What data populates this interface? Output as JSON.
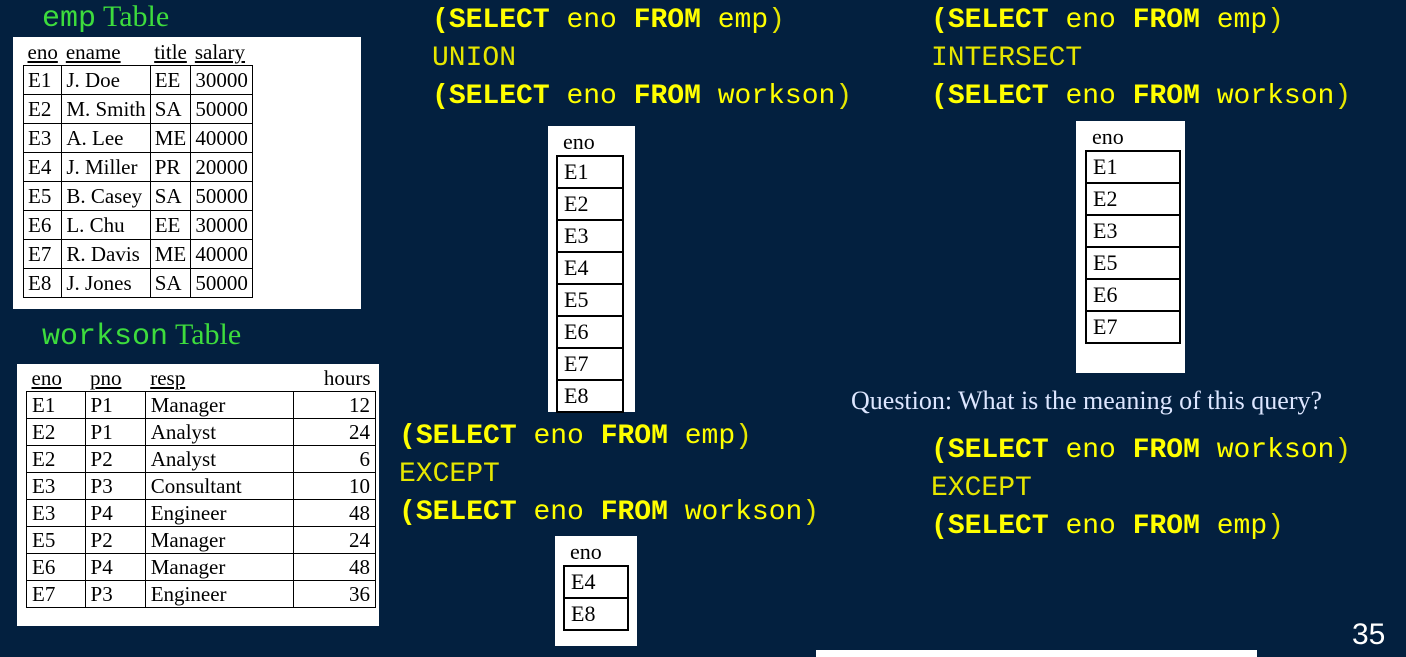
{
  "emp": {
    "title_mono": "emp",
    "title_word": "Table",
    "headers": [
      "eno",
      "ename",
      "title",
      "salary"
    ],
    "rows": [
      [
        "E1",
        "J. Doe",
        "EE",
        "30000"
      ],
      [
        "E2",
        "M. Smith",
        "SA",
        "50000"
      ],
      [
        "E3",
        "A. Lee",
        "ME",
        "40000"
      ],
      [
        "E4",
        "J. Miller",
        "PR",
        "20000"
      ],
      [
        "E5",
        "B. Casey",
        "SA",
        "50000"
      ],
      [
        "E6",
        "L. Chu",
        "EE",
        "30000"
      ],
      [
        "E7",
        "R. Davis",
        "ME",
        "40000"
      ],
      [
        "E8",
        "J. Jones",
        "SA",
        "50000"
      ]
    ]
  },
  "workson": {
    "title_mono": "workson",
    "title_word": "Table",
    "headers": [
      "eno",
      "pno",
      "resp",
      "hours"
    ],
    "rows": [
      [
        "E1",
        "P1",
        "Manager",
        "12"
      ],
      [
        "E2",
        "P1",
        "Analyst",
        "24"
      ],
      [
        "E2",
        "P2",
        "Analyst",
        "6"
      ],
      [
        "E3",
        "P3",
        "Consultant",
        "10"
      ],
      [
        "E3",
        "P4",
        "Engineer",
        "48"
      ],
      [
        "E5",
        "P2",
        "Manager",
        "24"
      ],
      [
        "E6",
        "P4",
        "Manager",
        "48"
      ],
      [
        "E7",
        "P3",
        "Engineer",
        "36"
      ]
    ]
  },
  "queries": {
    "union": {
      "select": "SELECT",
      "col": "eno",
      "from": "FROM",
      "left": "emp",
      "op": "UNION",
      "right": "workson"
    },
    "intersect": {
      "select": "SELECT",
      "col": "eno",
      "from": "FROM",
      "left": "emp",
      "op": "INTERSECT",
      "right": "workson"
    },
    "except": {
      "select": "SELECT",
      "col": "eno",
      "from": "FROM",
      "left": "emp",
      "op": "EXCEPT",
      "right": "workson"
    },
    "question_query": {
      "select": "SELECT",
      "col": "eno",
      "from": "FROM",
      "left": "workson",
      "op": "EXCEPT",
      "right": "emp"
    }
  },
  "results": {
    "header": "eno",
    "union": [
      "E1",
      "E2",
      "E3",
      "E4",
      "E5",
      "E6",
      "E7",
      "E8"
    ],
    "intersect": [
      "E1",
      "E2",
      "E3",
      "E5",
      "E6",
      "E7"
    ],
    "except": [
      "E4",
      "E8"
    ]
  },
  "question": "Question: What is the meaning of this query?",
  "page_number": "35"
}
